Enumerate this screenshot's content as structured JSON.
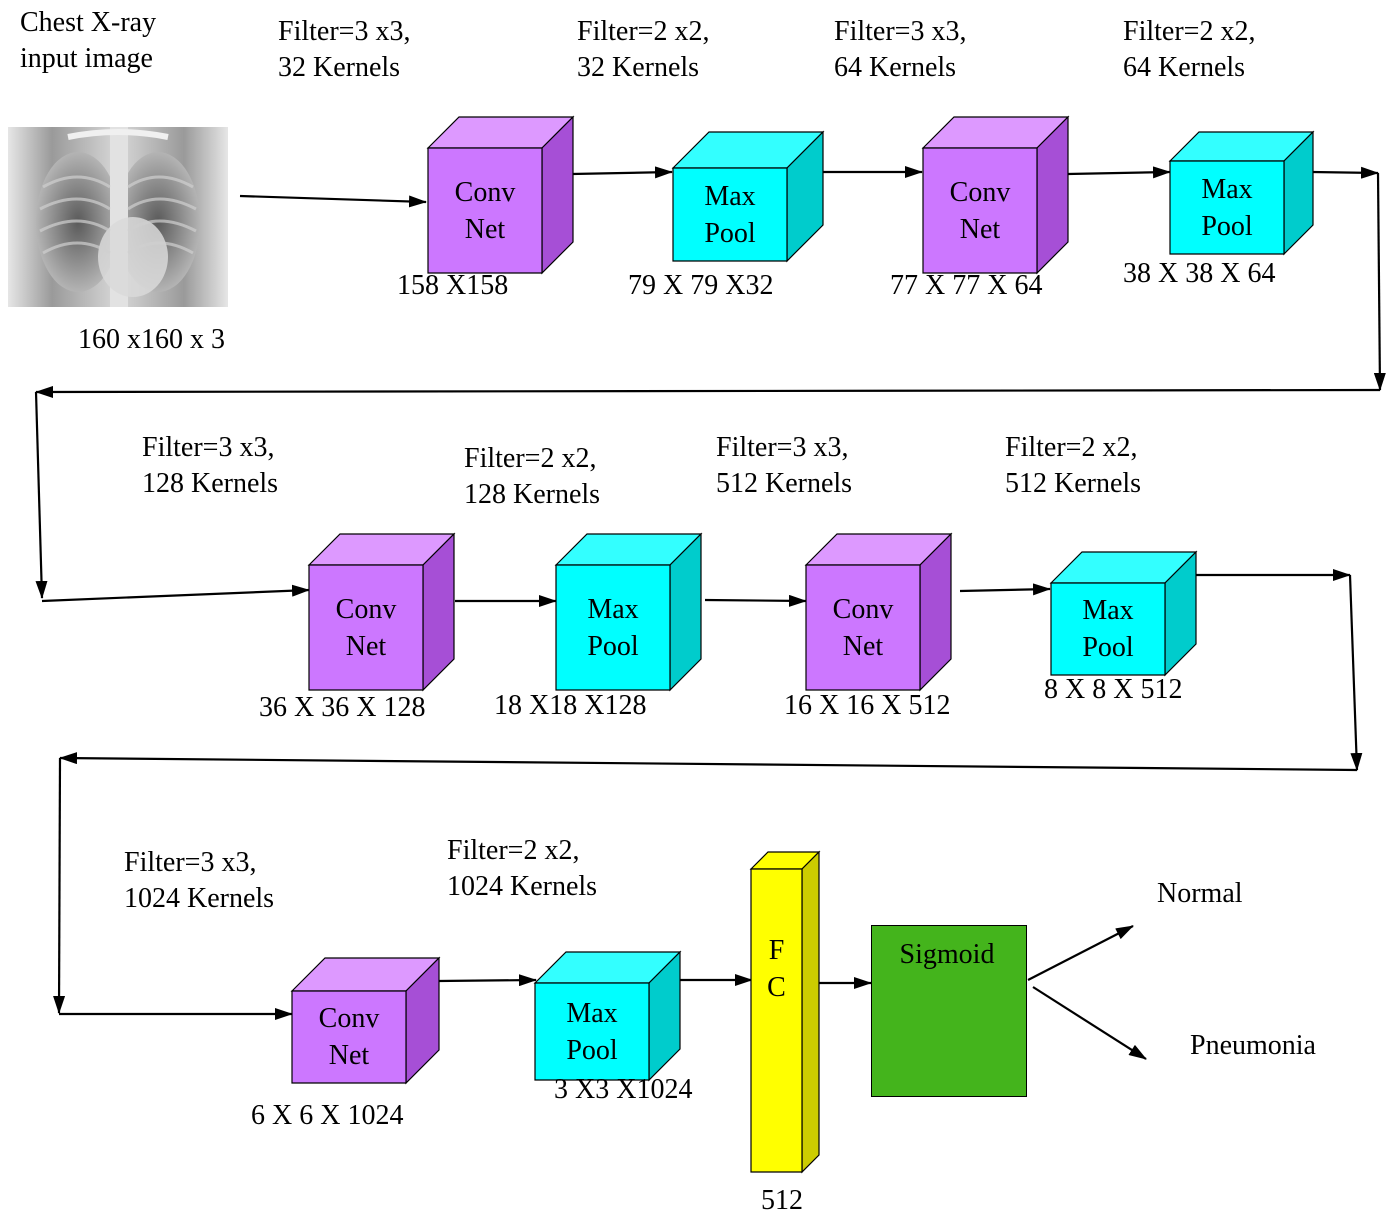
{
  "input": {
    "caption": [
      "Chest X-ray",
      "input image"
    ],
    "size": "160 x160   x 3"
  },
  "row1": {
    "filters": [
      [
        "Filter=3 x3,",
        "32 Kernels"
      ],
      [
        "Filter=2 x2,",
        "32 Kernels"
      ],
      [
        "Filter=3 x3,",
        "64 Kernels"
      ],
      [
        "Filter=2 x2,",
        "64 Kernels"
      ]
    ],
    "blocks": [
      [
        "Conv",
        "Net"
      ],
      [
        "Max",
        "Pool"
      ],
      [
        "Conv",
        "Net"
      ],
      [
        "Max",
        "Pool"
      ]
    ],
    "dims": [
      "158 X158",
      "79 X  79  X32",
      "77 X 77  X 64",
      "38 X  38  X 64"
    ]
  },
  "row2": {
    "filters": [
      [
        "Filter=3 x3,",
        "128 Kernels"
      ],
      [
        "Filter=2 x2,",
        "128 Kernels"
      ],
      [
        "Filter=3 x3,",
        "512 Kernels"
      ],
      [
        "Filter=2 x2,",
        "512 Kernels"
      ]
    ],
    "blocks": [
      [
        "Conv",
        "Net"
      ],
      [
        "Max",
        "Pool"
      ],
      [
        "Conv",
        "Net"
      ],
      [
        "Max",
        "Pool"
      ]
    ],
    "dims": [
      "36 X 36 X 128",
      "18 X18 X128",
      "16 X 16  X 512",
      "8 X  8  X 512"
    ]
  },
  "row3": {
    "filters": [
      [
        "Filter=3 x3,",
        "1024 Kernels"
      ],
      [
        "Filter=2 x2,",
        "1024 Kernels"
      ]
    ],
    "blocks": [
      [
        "Conv",
        "Net"
      ],
      [
        "Max",
        "Pool"
      ]
    ],
    "dims": [
      "6 X 6 X 1024",
      "3 X3 X1024"
    ]
  },
  "fc": {
    "label": [
      "F",
      "C"
    ],
    "size": "512"
  },
  "sigmoid": {
    "label": "Sigmoid"
  },
  "outputs": [
    "Normal",
    "Pneumonia"
  ],
  "colors": {
    "conv_front": "#cc77ff",
    "conv_top": "#dd99ff",
    "conv_side": "#a64fd6",
    "pool_front": "#00ffff",
    "pool_top": "#33ffff",
    "pool_side": "#00cccc",
    "fc_front": "#ffff00",
    "fc_side": "#cccc00",
    "sigmoid": "#44b41c",
    "arrow": "#000000"
  }
}
